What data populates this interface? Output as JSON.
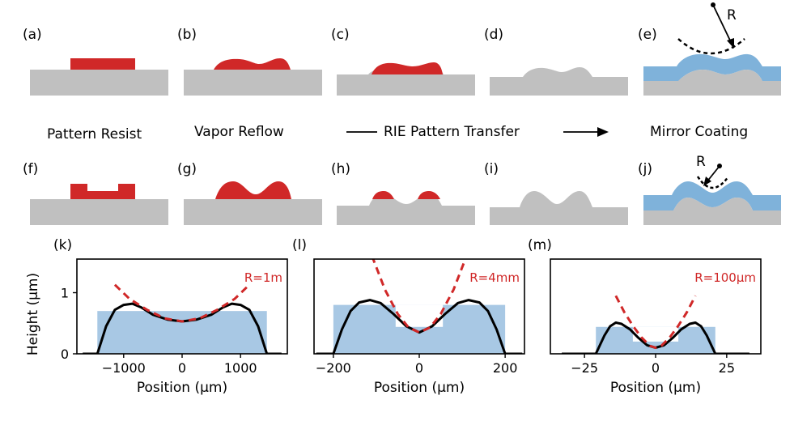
{
  "panel_labels": [
    "(a)",
    "(b)",
    "(c)",
    "(d)",
    "(e)",
    "(f)",
    "(g)",
    "(h)",
    "(i)",
    "(j)",
    "(k)",
    "(l)",
    "(m)"
  ],
  "step_labels": {
    "pattern_resist": "Pattern Resist",
    "vapor_reflow": "Vapor Reflow",
    "rie_transfer": "RIE Pattern Transfer",
    "mirror_coating": "Mirror Coating"
  },
  "radius_symbol": "R",
  "colors": {
    "substrate": "#c0c0c0",
    "resist": "#d02828",
    "coating": "#7fb2da",
    "fit": "#d02828",
    "profile": "#000000",
    "bar": "#a8c8e4"
  },
  "chart_data": [
    {
      "type": "line",
      "panel": "(k)",
      "xlabel": "Position (μm)",
      "ylabel": "Height (μm)",
      "xlim": [
        -1800,
        1800
      ],
      "ylim": [
        0,
        1.55
      ],
      "xticks": [
        -1000,
        0,
        1000
      ],
      "yticks": [
        0,
        1
      ],
      "fit_label": "R=1m",
      "bar": {
        "x0": -1450,
        "x1": 1450,
        "height": 0.7
      },
      "series": [
        {
          "x": [
            -1700,
            -1450,
            -1300,
            -1150,
            -1000,
            -850,
            -700,
            -500,
            -250,
            0,
            250,
            500,
            700,
            850,
            1000,
            1150,
            1300,
            1450,
            1700
          ],
          "y": [
            0,
            0,
            0.45,
            0.72,
            0.8,
            0.82,
            0.76,
            0.64,
            0.56,
            0.53,
            0.56,
            0.64,
            0.76,
            0.82,
            0.8,
            0.72,
            0.45,
            0,
            0
          ]
        },
        {
          "x": [
            -1150,
            -900,
            -600,
            -300,
            0,
            300,
            600,
            900,
            1150
          ],
          "y": [
            1.13,
            0.9,
            0.72,
            0.58,
            0.53,
            0.58,
            0.72,
            0.9,
            1.13
          ]
        }
      ]
    },
    {
      "type": "line",
      "panel": "(l)",
      "xlabel": "Position (μm)",
      "ylabel": "",
      "xlim": [
        -245,
        245
      ],
      "ylim": [
        0,
        1.55
      ],
      "xticks": [
        -200,
        0,
        200
      ],
      "yticks": [],
      "fit_label": "R=4mm",
      "bar": {
        "x0": -200,
        "x1": 200,
        "height": 0.8,
        "notch": {
          "x0": -55,
          "x1": 55,
          "height": 0.44
        }
      },
      "series": [
        {
          "x": [
            -240,
            -200,
            -180,
            -160,
            -140,
            -115,
            -90,
            -60,
            -30,
            0,
            30,
            60,
            90,
            115,
            140,
            160,
            180,
            200,
            240
          ],
          "y": [
            0,
            0,
            0.4,
            0.7,
            0.84,
            0.88,
            0.83,
            0.65,
            0.45,
            0.35,
            0.45,
            0.65,
            0.83,
            0.88,
            0.84,
            0.7,
            0.4,
            0,
            0
          ]
        },
        {
          "x": [
            -110,
            -80,
            -50,
            -25,
            0,
            25,
            50,
            80,
            110
          ],
          "y": [
            1.6,
            1.05,
            0.65,
            0.43,
            0.35,
            0.43,
            0.65,
            1.05,
            1.6
          ]
        }
      ]
    },
    {
      "type": "line",
      "panel": "(m)",
      "xlabel": "Position (μm)",
      "ylabel": "",
      "xlim": [
        -37,
        37
      ],
      "ylim": [
        0,
        1.55
      ],
      "xticks": [
        -25,
        0,
        25
      ],
      "yticks": [],
      "fit_label": "R=100μm",
      "bar": {
        "x0": -21,
        "x1": 21,
        "height": 0.44,
        "notch": {
          "x0": -8,
          "x1": 8,
          "height": 0.2
        }
      },
      "series": [
        {
          "x": [
            -33,
            -21,
            -18,
            -16,
            -14,
            -12,
            -9,
            -6,
            -3,
            0,
            3,
            6,
            9,
            12,
            14,
            16,
            18,
            21,
            33
          ],
          "y": [
            0,
            0,
            0.3,
            0.45,
            0.51,
            0.49,
            0.4,
            0.26,
            0.14,
            0.1,
            0.14,
            0.26,
            0.4,
            0.49,
            0.51,
            0.45,
            0.3,
            0,
            0
          ]
        },
        {
          "x": [
            -14,
            -11,
            -8,
            -5,
            -2,
            0,
            2,
            5,
            8,
            11,
            14
          ],
          "y": [
            0.95,
            0.68,
            0.46,
            0.27,
            0.13,
            0.1,
            0.13,
            0.27,
            0.46,
            0.68,
            0.95
          ]
        }
      ]
    }
  ]
}
